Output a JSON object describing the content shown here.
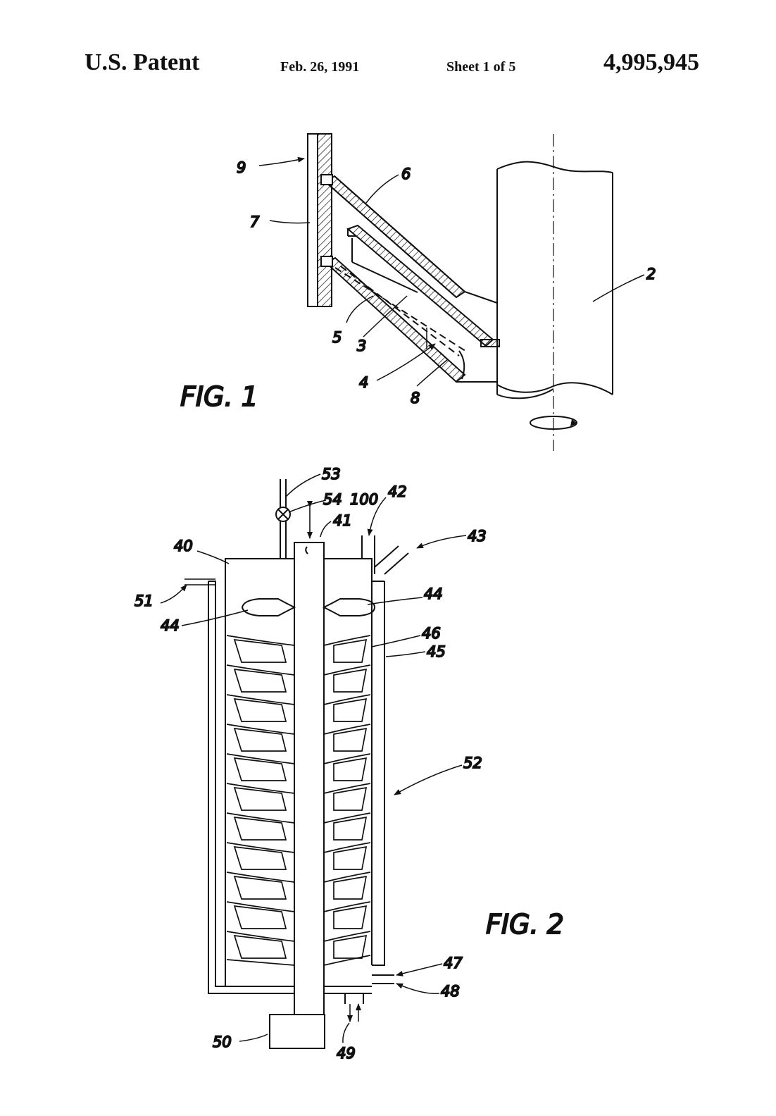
{
  "header": {
    "patent": "U.S. Patent",
    "date": "Feb. 26, 1991",
    "sheet": "Sheet 1 of 5",
    "number": "4,995,945"
  },
  "fig1": {
    "title": "FIG. 1",
    "labels": {
      "l9": "9",
      "l7": "7",
      "l6": "6",
      "l2": "2",
      "l5": "5",
      "l3": "3",
      "l4": "4",
      "l8": "8"
    }
  },
  "fig2": {
    "title": "FIG. 2",
    "labels": {
      "l53": "53",
      "l54": "54",
      "l100": "100",
      "l41": "41",
      "l42": "42",
      "l43": "43",
      "l40": "40",
      "l51": "51",
      "l44a": "44",
      "l44b": "44",
      "l46": "46",
      "l45": "45",
      "l52": "52",
      "l47": "47",
      "l48": "48",
      "l49": "49",
      "l50": "50"
    }
  }
}
